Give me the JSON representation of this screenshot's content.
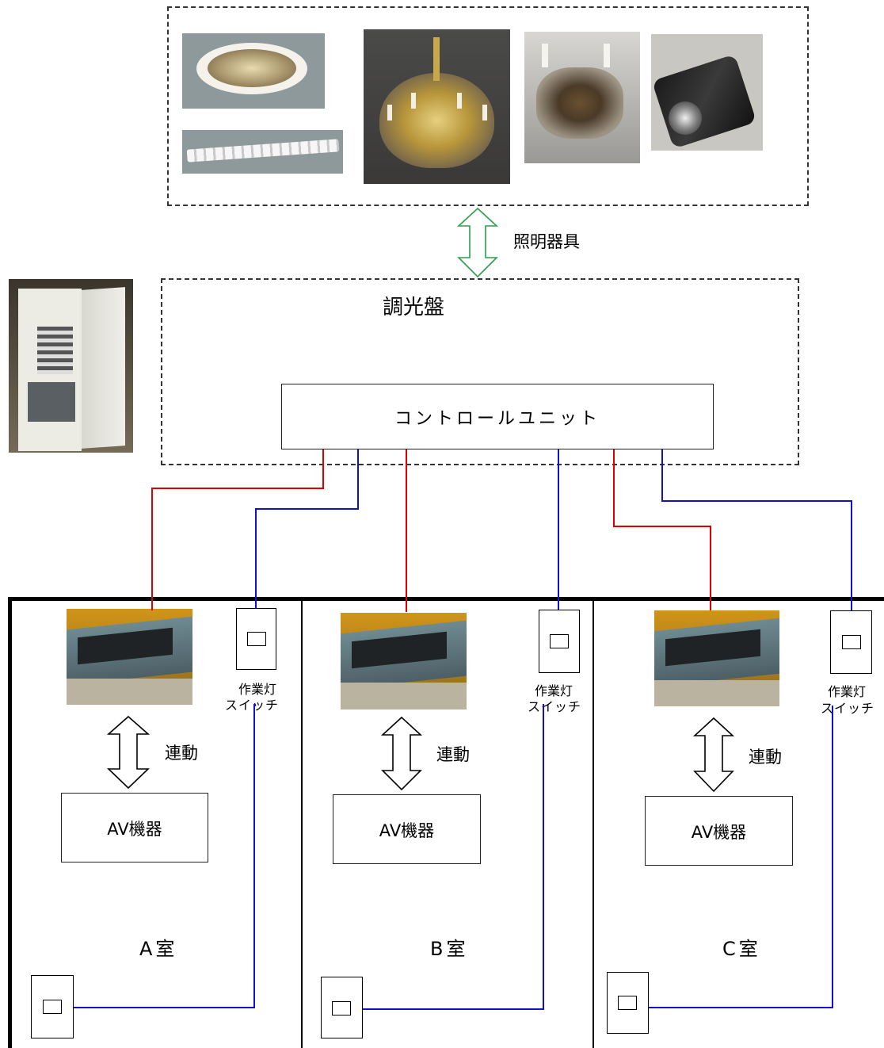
{
  "fixtures_label": "照明器具",
  "dimmer_panel": {
    "title": "調光盤",
    "control_unit": "コントロールユニット"
  },
  "rooms": [
    {
      "name": "A室",
      "link_label": "連動",
      "av_label": "AV機器",
      "switch_label_line1": "作業灯",
      "switch_label_line2": "スイッチ"
    },
    {
      "name": "B室",
      "link_label": "連動",
      "av_label": "AV機器",
      "switch_label_line1": "作業灯",
      "switch_label_line2": "スイッチ"
    },
    {
      "name": "C室",
      "link_label": "連動",
      "av_label": "AV機器",
      "switch_label_line1": "作業灯",
      "switch_label_line2": "スイッチ"
    }
  ],
  "colors": {
    "signal_red": "#e00000",
    "signal_blue": "#1010d0",
    "arrow_green": "#2e9e4e"
  }
}
